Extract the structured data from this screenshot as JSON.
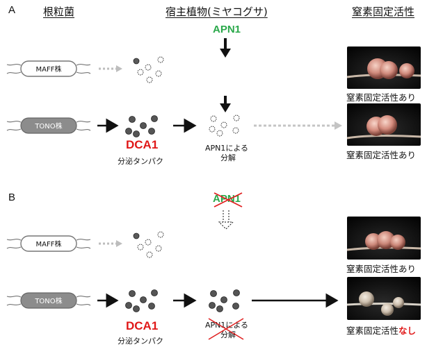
{
  "colors": {
    "green": "#2aa84a",
    "red": "#e01818",
    "black": "#111111",
    "gray_arrow": "#bdbdbd",
    "dark_bacterium": "#8c8c8c",
    "cross_red": "#e02020"
  },
  "headers": {
    "rhizobia": "根粒菌",
    "host_plant": "宿主植物(ミヤコグサ)",
    "nitrogen_fixation": "窒素固定活性"
  },
  "panel_a": {
    "letter": "A",
    "apn1": "APN1",
    "maff_strain": "MAFF株",
    "tono_strain": "TONO株",
    "dca1": "DCA1",
    "secreted_protein": "分泌タンパク",
    "apn1_degradation_line1": "APN1による",
    "apn1_degradation_line2": "分解",
    "result_maff": "窒素固定活性あり",
    "result_tono": "窒素固定活性あり"
  },
  "panel_b": {
    "letter": "B",
    "apn1": "APN1",
    "maff_strain": "MAFF株",
    "tono_strain": "TONO株",
    "dca1": "DCA1",
    "secreted_protein": "分泌タンパク",
    "apn1_degradation_line1": "APN1による",
    "apn1_degradation_line2": "分解",
    "result_maff": "窒素固定活性あり",
    "result_tono_prefix": "窒素固定活性",
    "result_tono_suffix": "なし"
  },
  "icons": {
    "bacterium": "rod-bacterium-icon",
    "protein_dot": "secreted-protein-dot-icon",
    "cross": "red-cross-icon",
    "nodule_photo": "root-nodule-photo"
  }
}
